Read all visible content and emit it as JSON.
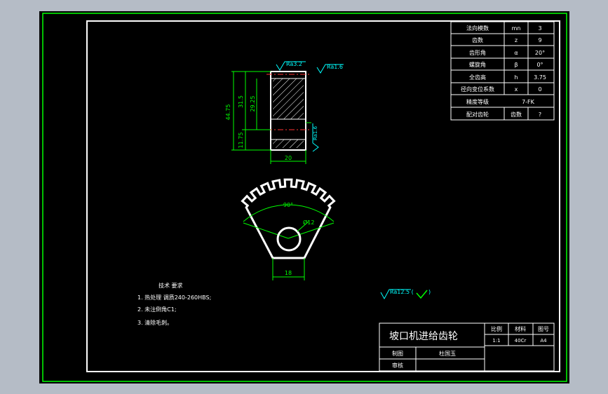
{
  "params_table": {
    "rows": [
      {
        "name": "法向模数",
        "symbol": "mn",
        "value": "3"
      },
      {
        "name": "齿数",
        "symbol": "z",
        "value": "9"
      },
      {
        "name": "齿形角",
        "symbol": "α",
        "value": "20°"
      },
      {
        "name": "螺旋角",
        "symbol": "β",
        "value": "0°"
      },
      {
        "name": "全齿高",
        "symbol": "h",
        "value": "3.75"
      },
      {
        "name": "径向变位系数",
        "symbol": "x",
        "value": "0"
      },
      {
        "name": "精度等级",
        "symbol": "",
        "value": "7-FK"
      },
      {
        "name": "配对齿轮",
        "symbol": "齿数",
        "value": "?"
      }
    ]
  },
  "side_view": {
    "rough_top_left": "Ra3.2",
    "rough_top_right": "Ra1.6",
    "rough_right": "Ra1.6",
    "dim_overall": "44.75",
    "dim_upper": "31.5",
    "dim_inner": "29.25",
    "dim_lower": "11.75",
    "dim_width": "20"
  },
  "front_view": {
    "angle": "90°",
    "bore": "Ø12",
    "dim_bottom": "18"
  },
  "general_roughness": "Ra12.5 (",
  "tech_requirements": {
    "title": "技术 要求",
    "items": [
      "1. 热处理 调质240-260HBS;",
      "2. 未注倒角C1;",
      "3. 清除毛刺。"
    ]
  },
  "title_block": {
    "part_name": "坡口机进给齿轮",
    "scale_label": "比例",
    "material_label": "材料",
    "drawing_no_label": "图号",
    "scale": "1:1",
    "material": "40Cr",
    "drawing_no": "A4",
    "drawn_by_label": "制图",
    "drawn_by": "杜国玉",
    "checked_by_label": "审核"
  },
  "colors": {
    "outer_frame": "#00ff00",
    "drawing": "#ffffff",
    "dimension": "#00ff00",
    "roughness": "#00ffff",
    "center_line": "#ff3333"
  }
}
